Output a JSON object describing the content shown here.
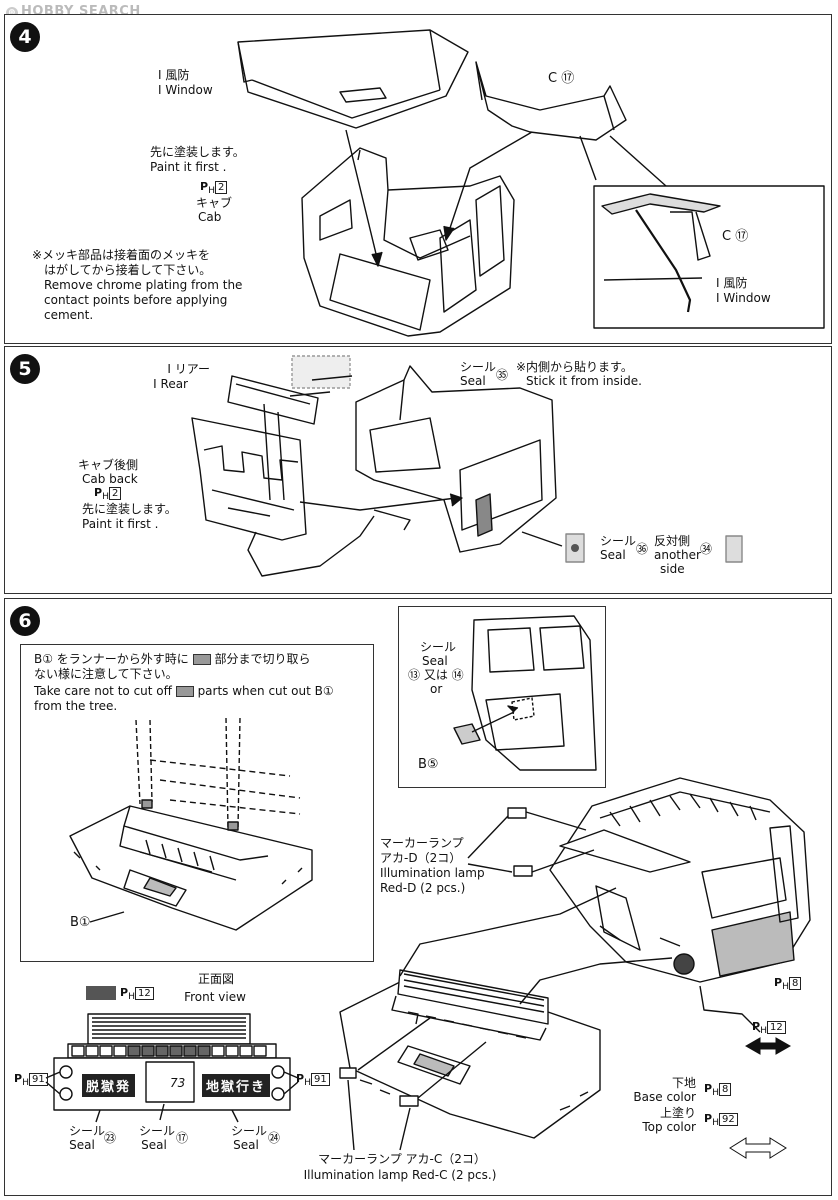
{
  "watermark": "HOBBY SEARCH",
  "steps": {
    "s4": {
      "number": "4",
      "window_ja": "I 風防",
      "window_en": "I Window",
      "part_c": "C ⑰",
      "paint_first_ja": "先に塗装します。",
      "paint_first_en": "Paint it first .",
      "paint_code": "2",
      "cab_ja": "キャブ",
      "cab_en": "Cab",
      "note_ja_1": "※メッキ部品は接着面のメッキを",
      "note_ja_2": "はがしてから接着して下さい。",
      "note_en_1": "Remove chrome plating from the",
      "note_en_2": "contact points before applying",
      "note_en_3": "cement.",
      "detail_part_c": "C ⑰",
      "detail_window_ja": "I 風防",
      "detail_window_en": "I Window"
    },
    "s5": {
      "number": "5",
      "rear_ja": "I リアー",
      "rear_en": "I Rear",
      "seal_ja": "シール",
      "seal_en": "Seal",
      "seal_num": "㉟",
      "inside_ja": "※内側から貼ります。",
      "inside_en": "Stick it from inside.",
      "cabback_ja": "キャブ後側",
      "cabback_en": "Cab back",
      "paint_code": "2",
      "paint_first_ja": "先に塗装します。",
      "paint_first_en": "Paint it first .",
      "seal2_ja": "シール",
      "seal2_en": "Seal",
      "seal2_num": "㊱",
      "other_ja": "反対側",
      "other_en_1": "another",
      "other_en_2": "side",
      "other_num": "㉞"
    },
    "s6": {
      "number": "6",
      "caution_ja_1": "B① をランナーから外す時に",
      "caution_ja_1b": "部分まで切り取ら",
      "caution_ja_2": "ない様に注意して下さい。",
      "caution_en_1": "Take care not to cut off",
      "caution_en_1b": "parts when cut out B①",
      "caution_en_2": "from the tree.",
      "b1_label": "B①",
      "inset_seal_ja": "シール",
      "inset_seal_en": "Seal",
      "inset_seal_nums": "⑬ 又は ⑭",
      "inset_or": "or",
      "b5_label": "B⑤",
      "marker_ja_1": "マーカーランプ",
      "marker_ja_2": "アカ-D（2コ）",
      "marker_en_1": "Illumination lamp",
      "marker_en_2": "Red-D (2 pcs.)",
      "front_ja": "正面図",
      "front_en": "Front view",
      "ph12_legend": "12",
      "ph91_left": "91",
      "ph91_right": "91",
      "plate_left": "脱獄発",
      "plate_right": "地獄行き",
      "plate_center": "73",
      "seal23_ja": "シール",
      "seal23_en": "Seal",
      "seal23_num": "㉓",
      "seal17_ja": "シール",
      "seal17_en": "Seal",
      "seal17_num": "⑰",
      "seal24_ja": "シール",
      "seal24_en": "Seal",
      "seal24_num": "㉔",
      "markerC_ja": "マーカーランプ アカ-C（2コ）",
      "markerC_en": "Illumination lamp Red-C (2 pcs.)",
      "ph8": "8",
      "ph12": "12",
      "base_ja": "下地",
      "base_en": "Base color",
      "base_code": "8",
      "top_ja": "上塗り",
      "top_en": "Top color",
      "top_code": "92"
    }
  }
}
